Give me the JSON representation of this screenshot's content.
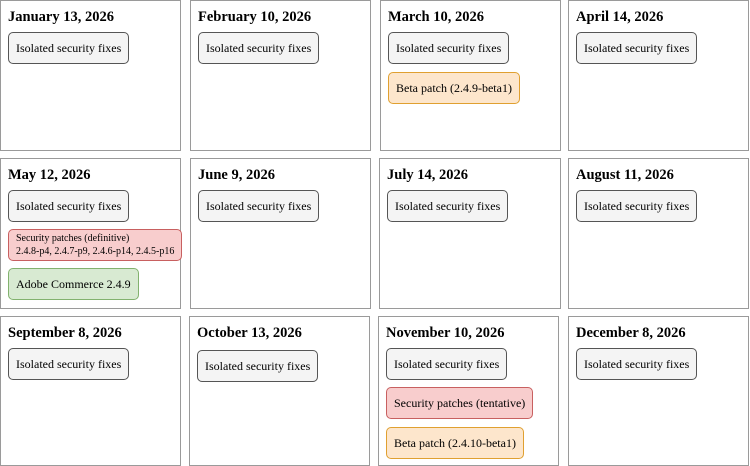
{
  "months": [
    {
      "date": "January 13, 2026",
      "items": [
        {
          "type": "isolated",
          "label": "Isolated security fixes"
        }
      ]
    },
    {
      "date": "February 10, 2026",
      "items": [
        {
          "type": "isolated",
          "label": "Isolated security fixes"
        }
      ]
    },
    {
      "date": "March 10, 2026",
      "items": [
        {
          "type": "isolated",
          "label": "Isolated security fixes"
        },
        {
          "type": "beta",
          "label": "Beta patch (2.4.9-beta1)"
        }
      ]
    },
    {
      "date": "April 14, 2026",
      "items": [
        {
          "type": "isolated",
          "label": "Isolated security fixes"
        }
      ]
    },
    {
      "date": "May 12, 2026",
      "items": [
        {
          "type": "isolated",
          "label": "Isolated security fixes"
        },
        {
          "type": "security",
          "label": "Security patches (definitive)",
          "label2": "2.4.8-p4, 2.4.7-p9, 2.4.6-p14, 2.4.5-p16"
        },
        {
          "type": "commerce",
          "label": "Adobe Commerce 2.4.9"
        }
      ]
    },
    {
      "date": "June 9, 2026",
      "items": [
        {
          "type": "isolated",
          "label": "Isolated security fixes"
        }
      ]
    },
    {
      "date": "July 14, 2026",
      "items": [
        {
          "type": "isolated",
          "label": "Isolated security fixes"
        }
      ]
    },
    {
      "date": "August 11, 2026",
      "items": [
        {
          "type": "isolated",
          "label": "Isolated security fixes"
        }
      ]
    },
    {
      "date": "September 8, 2026",
      "items": [
        {
          "type": "isolated",
          "label": "Isolated security fixes"
        }
      ]
    },
    {
      "date": "October 13, 2026",
      "items": [
        {
          "type": "isolated",
          "label": "Isolated security fixes"
        }
      ]
    },
    {
      "date": "November 10, 2026",
      "items": [
        {
          "type": "isolated",
          "label": "Isolated security fixes"
        },
        {
          "type": "security",
          "label": "Security patches (tentative)"
        },
        {
          "type": "beta",
          "label": "Beta patch (2.4.10-beta1)"
        }
      ]
    },
    {
      "date": "December 8, 2026",
      "items": [
        {
          "type": "isolated",
          "label": "Isolated security fixes"
        }
      ]
    }
  ]
}
